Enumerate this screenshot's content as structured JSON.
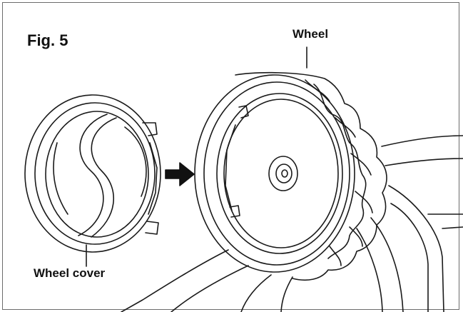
{
  "figure": {
    "title": "Fig. 5",
    "labels": {
      "wheel": "Wheel",
      "wheel_cover": "Wheel cover"
    }
  },
  "colors": {
    "line": "#1a1a1a",
    "frame": "#6b6b6b",
    "arrow": "#111111",
    "background": "#ffffff"
  },
  "icons": {
    "direction": "arrow-right-icon"
  }
}
